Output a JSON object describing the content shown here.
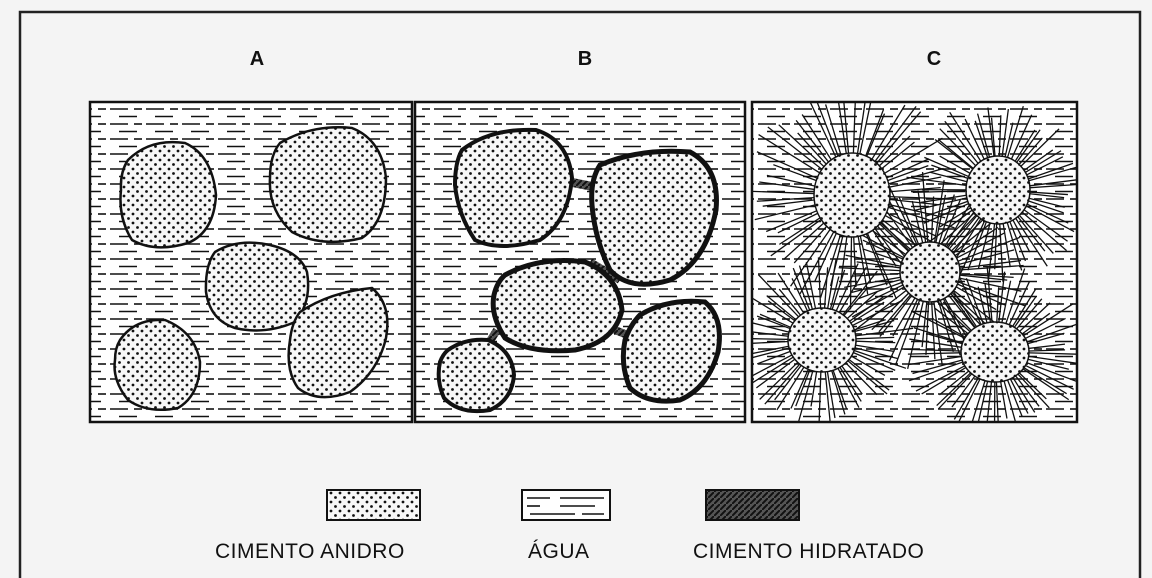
{
  "panels": [
    {
      "label": "A"
    },
    {
      "label": "B"
    },
    {
      "label": "C"
    }
  ],
  "legend": [
    {
      "label": "CIMENTO ANIDRO",
      "icon": "anhydrous-cement-swatch"
    },
    {
      "label": "ÁGUA",
      "icon": "water-swatch"
    },
    {
      "label": "CIMENTO HIDRATADO",
      "icon": "hydrated-cement-swatch"
    }
  ],
  "colors": {
    "ink": "#111111",
    "paper": "#f4f4f4",
    "panel_fill": "#ffffff",
    "grain_fill": "#f7f7f7"
  }
}
